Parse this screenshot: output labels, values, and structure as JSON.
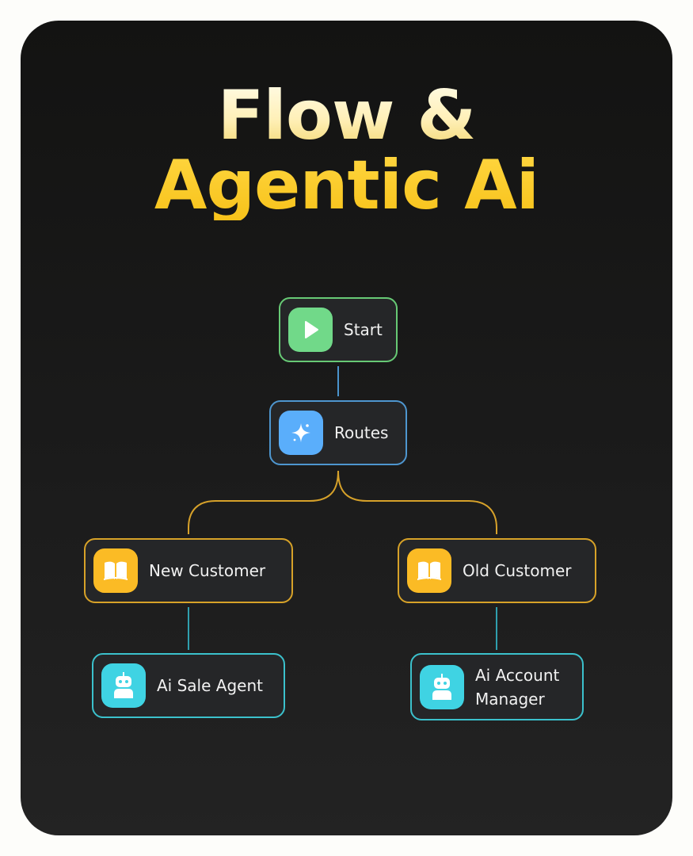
{
  "title": {
    "line1": "Flow &",
    "line2": "Agentic Ai"
  },
  "nodes": {
    "start": {
      "label": "Start",
      "icon": "play-icon"
    },
    "routes": {
      "label": "Routes",
      "icon": "sparkle-icon"
    },
    "new_customer": {
      "label": "New Customer",
      "icon": "book-icon"
    },
    "old_customer": {
      "label": "Old Customer",
      "icon": "book-icon"
    },
    "ai_sale_agent": {
      "label": "Ai Sale Agent",
      "icon": "robot-icon"
    },
    "ai_account_manager": {
      "label_line1": "Ai Account",
      "label_line2": "Manager",
      "icon": "robot-icon"
    }
  },
  "colors": {
    "title_primary": "#fbc21c",
    "title_highlight": "#fff3c4",
    "start": "#67c975",
    "routes": "#4e96cf",
    "customer": "#d7a228",
    "agent": "#3bc1cc",
    "connector_blue": "#4a93cc",
    "connector_gold": "#d6a12a",
    "connector_teal": "#2f9fae"
  }
}
